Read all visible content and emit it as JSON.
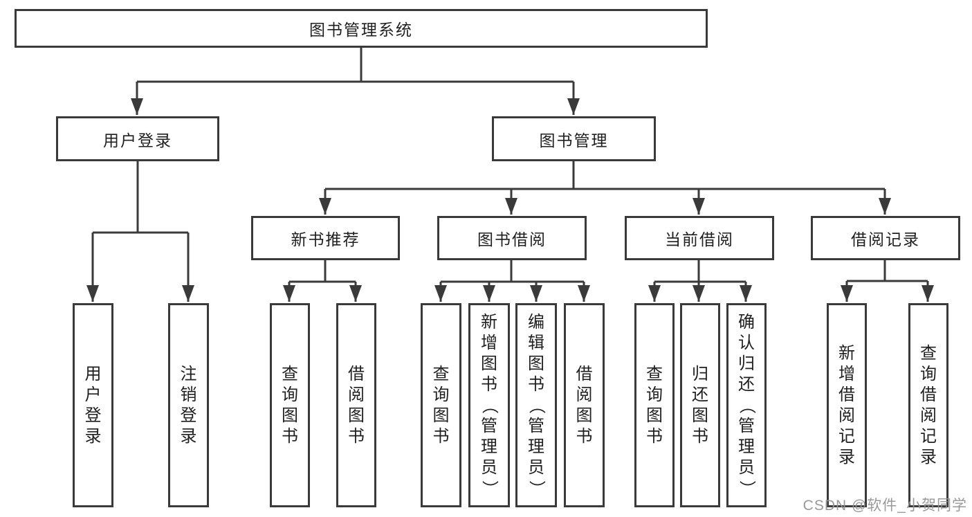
{
  "diagram": {
    "title": "图书管理系统",
    "level2": {
      "user_login": "用户登录",
      "book_mgmt": "图书管理"
    },
    "level3": {
      "new_book": "新书推荐",
      "book_borrow": "图书借阅",
      "current_borrow": "当前借阅",
      "borrow_records": "借阅记录"
    },
    "leaves": {
      "user_login": "用户登录",
      "logout": "注销登录",
      "query_book_newbook": "查询图书",
      "borrow_book_newbook": "借阅图书",
      "query_book_borrow": "查询图书",
      "add_book_admin": "新增图书（管理员）",
      "edit_book_admin": "编辑图书（管理员）",
      "borrow_book_borrow": "借阅图书",
      "query_book_current": "查询图书",
      "return_book": "归还图书",
      "confirm_return_admin": "确认归还（管理员）",
      "add_borrow_record": "新增借阅记录",
      "query_borrow_record": "查询借阅记录"
    }
  },
  "watermark": "CSDN @软件_小贺同学",
  "colors": {
    "line": "#3a3a3a",
    "background": "#ffffff",
    "text": "#1f1f1f",
    "watermark": "#949494"
  }
}
